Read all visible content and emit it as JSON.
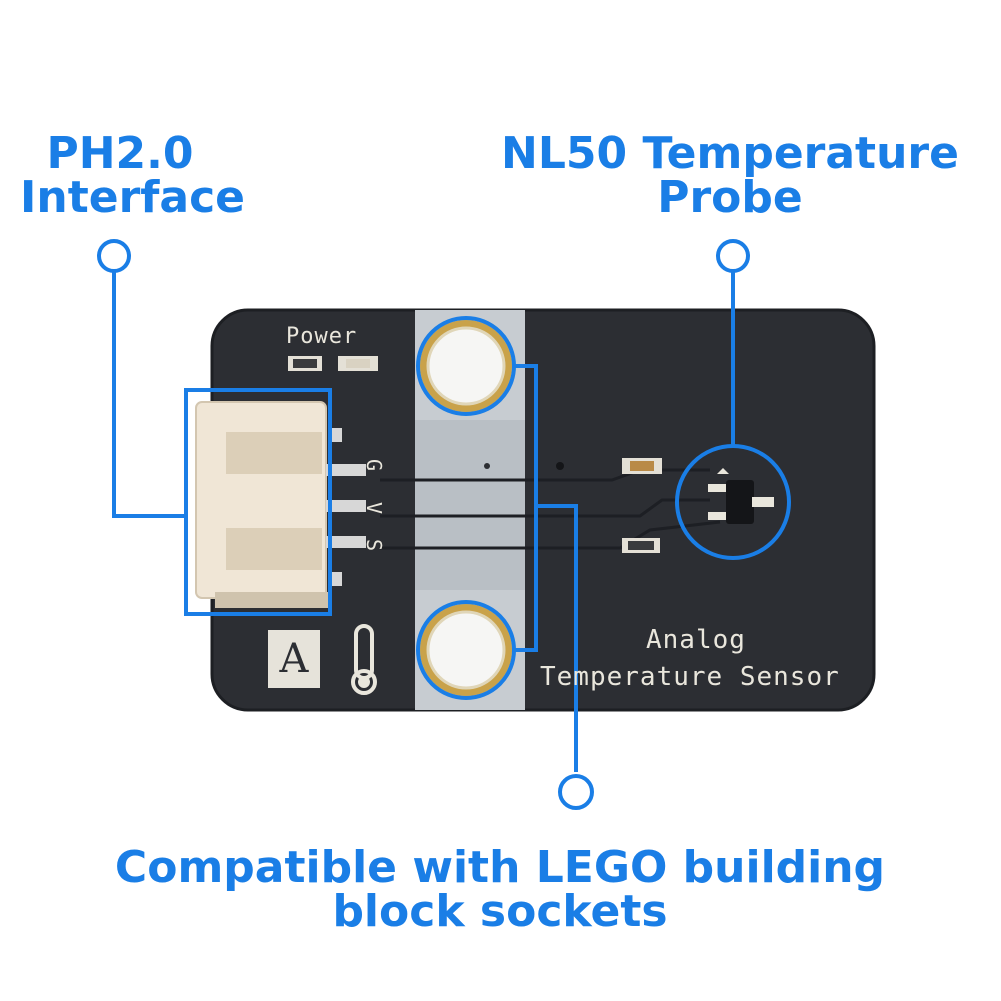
{
  "callouts": {
    "interface": {
      "line1": "PH2.0",
      "line2": "Interface"
    },
    "probe": {
      "line1": "NL50 Temperature",
      "line2": "Probe"
    },
    "lego": {
      "line1": "Compatible with LEGO building",
      "line2": "block sockets"
    }
  },
  "board": {
    "power_label": "Power",
    "pins": [
      "G",
      "V",
      "S"
    ],
    "silkscreen_line1": "Analog",
    "silkscreen_line2": "Temperature Sensor",
    "badge": "A"
  },
  "colors": {
    "accent": "#1a7ee6",
    "pcb": "#2c2e33",
    "silkscreen": "#e9e6dc",
    "lego_strip": "#c7ccd1",
    "connector": "#f0e6d6",
    "mount_ring": "#c9a24a"
  },
  "icons": [
    "thermometer-icon"
  ]
}
